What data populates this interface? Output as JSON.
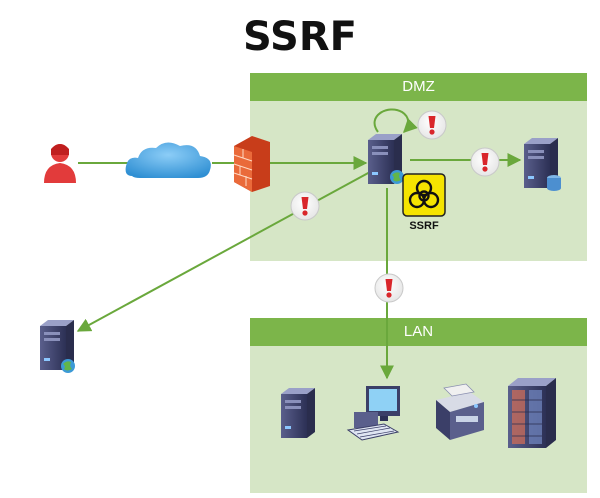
{
  "title": "SSRF",
  "zones": {
    "dmz": {
      "label": "DMZ"
    },
    "lan": {
      "label": "LAN"
    }
  },
  "hazard": {
    "label": "SSRF"
  },
  "colors": {
    "zone_fill": "#d6e6c6",
    "zone_header": "#7cb54a",
    "arrow": "#6aa83c",
    "warning": "#d9262b",
    "user": "#e23b3b",
    "cloud": "#4aa3e0",
    "firewall": "#e4562a",
    "server": "#3b3f68",
    "hazard": "#f5e400"
  },
  "icons": [
    "user-icon",
    "cloud-icon",
    "firewall-icon",
    "server-icon",
    "database-server-icon",
    "external-web-server-icon",
    "biohazard-icon",
    "warning-icon",
    "workstation-icon",
    "printer-icon",
    "rack-server-icon"
  ]
}
